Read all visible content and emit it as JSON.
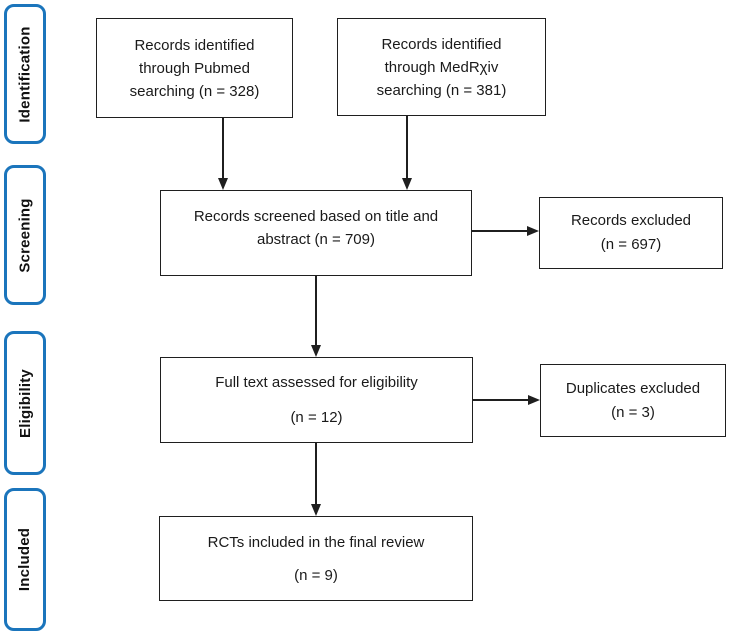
{
  "stages": [
    {
      "id": "identification",
      "label": "Identification"
    },
    {
      "id": "screening",
      "label": "Screening"
    },
    {
      "id": "eligibility",
      "label": "Eligibility"
    },
    {
      "id": "included",
      "label": "Included"
    }
  ],
  "boxes": {
    "pubmed": {
      "line1": "Records identified",
      "line2": "through Pubmed",
      "line3": "searching (n = 328)"
    },
    "medrxiv": {
      "line1": "Records identified",
      "line2": "through MedRχiv",
      "line3": "searching (n = 381)"
    },
    "screened": {
      "line1": "Records screened based on title and",
      "line2": "abstract (n = 709)"
    },
    "records_excluded": {
      "line1": "Records excluded",
      "line2": "(n = 697)"
    },
    "fulltext": {
      "line1": "Full text assessed for eligibility",
      "line2": "(n = 12)"
    },
    "duplicates_excluded": {
      "line1": "Duplicates excluded",
      "line2": "(n = 3)"
    },
    "rcts": {
      "line1": "RCTs included in the final review",
      "line2": "(n = 9)"
    }
  },
  "counts": {
    "pubmed": 328,
    "medrxiv": 381,
    "screened": 709,
    "records_excluded": 697,
    "fulltext_assessed": 12,
    "duplicates_excluded": 3,
    "included_rcts": 9
  },
  "colors": {
    "stage_border": "#1b75bc",
    "box_border": "#1f1f1f",
    "arrow": "#1f1f1f",
    "text": "#1a1a1a",
    "background": "#ffffff"
  }
}
